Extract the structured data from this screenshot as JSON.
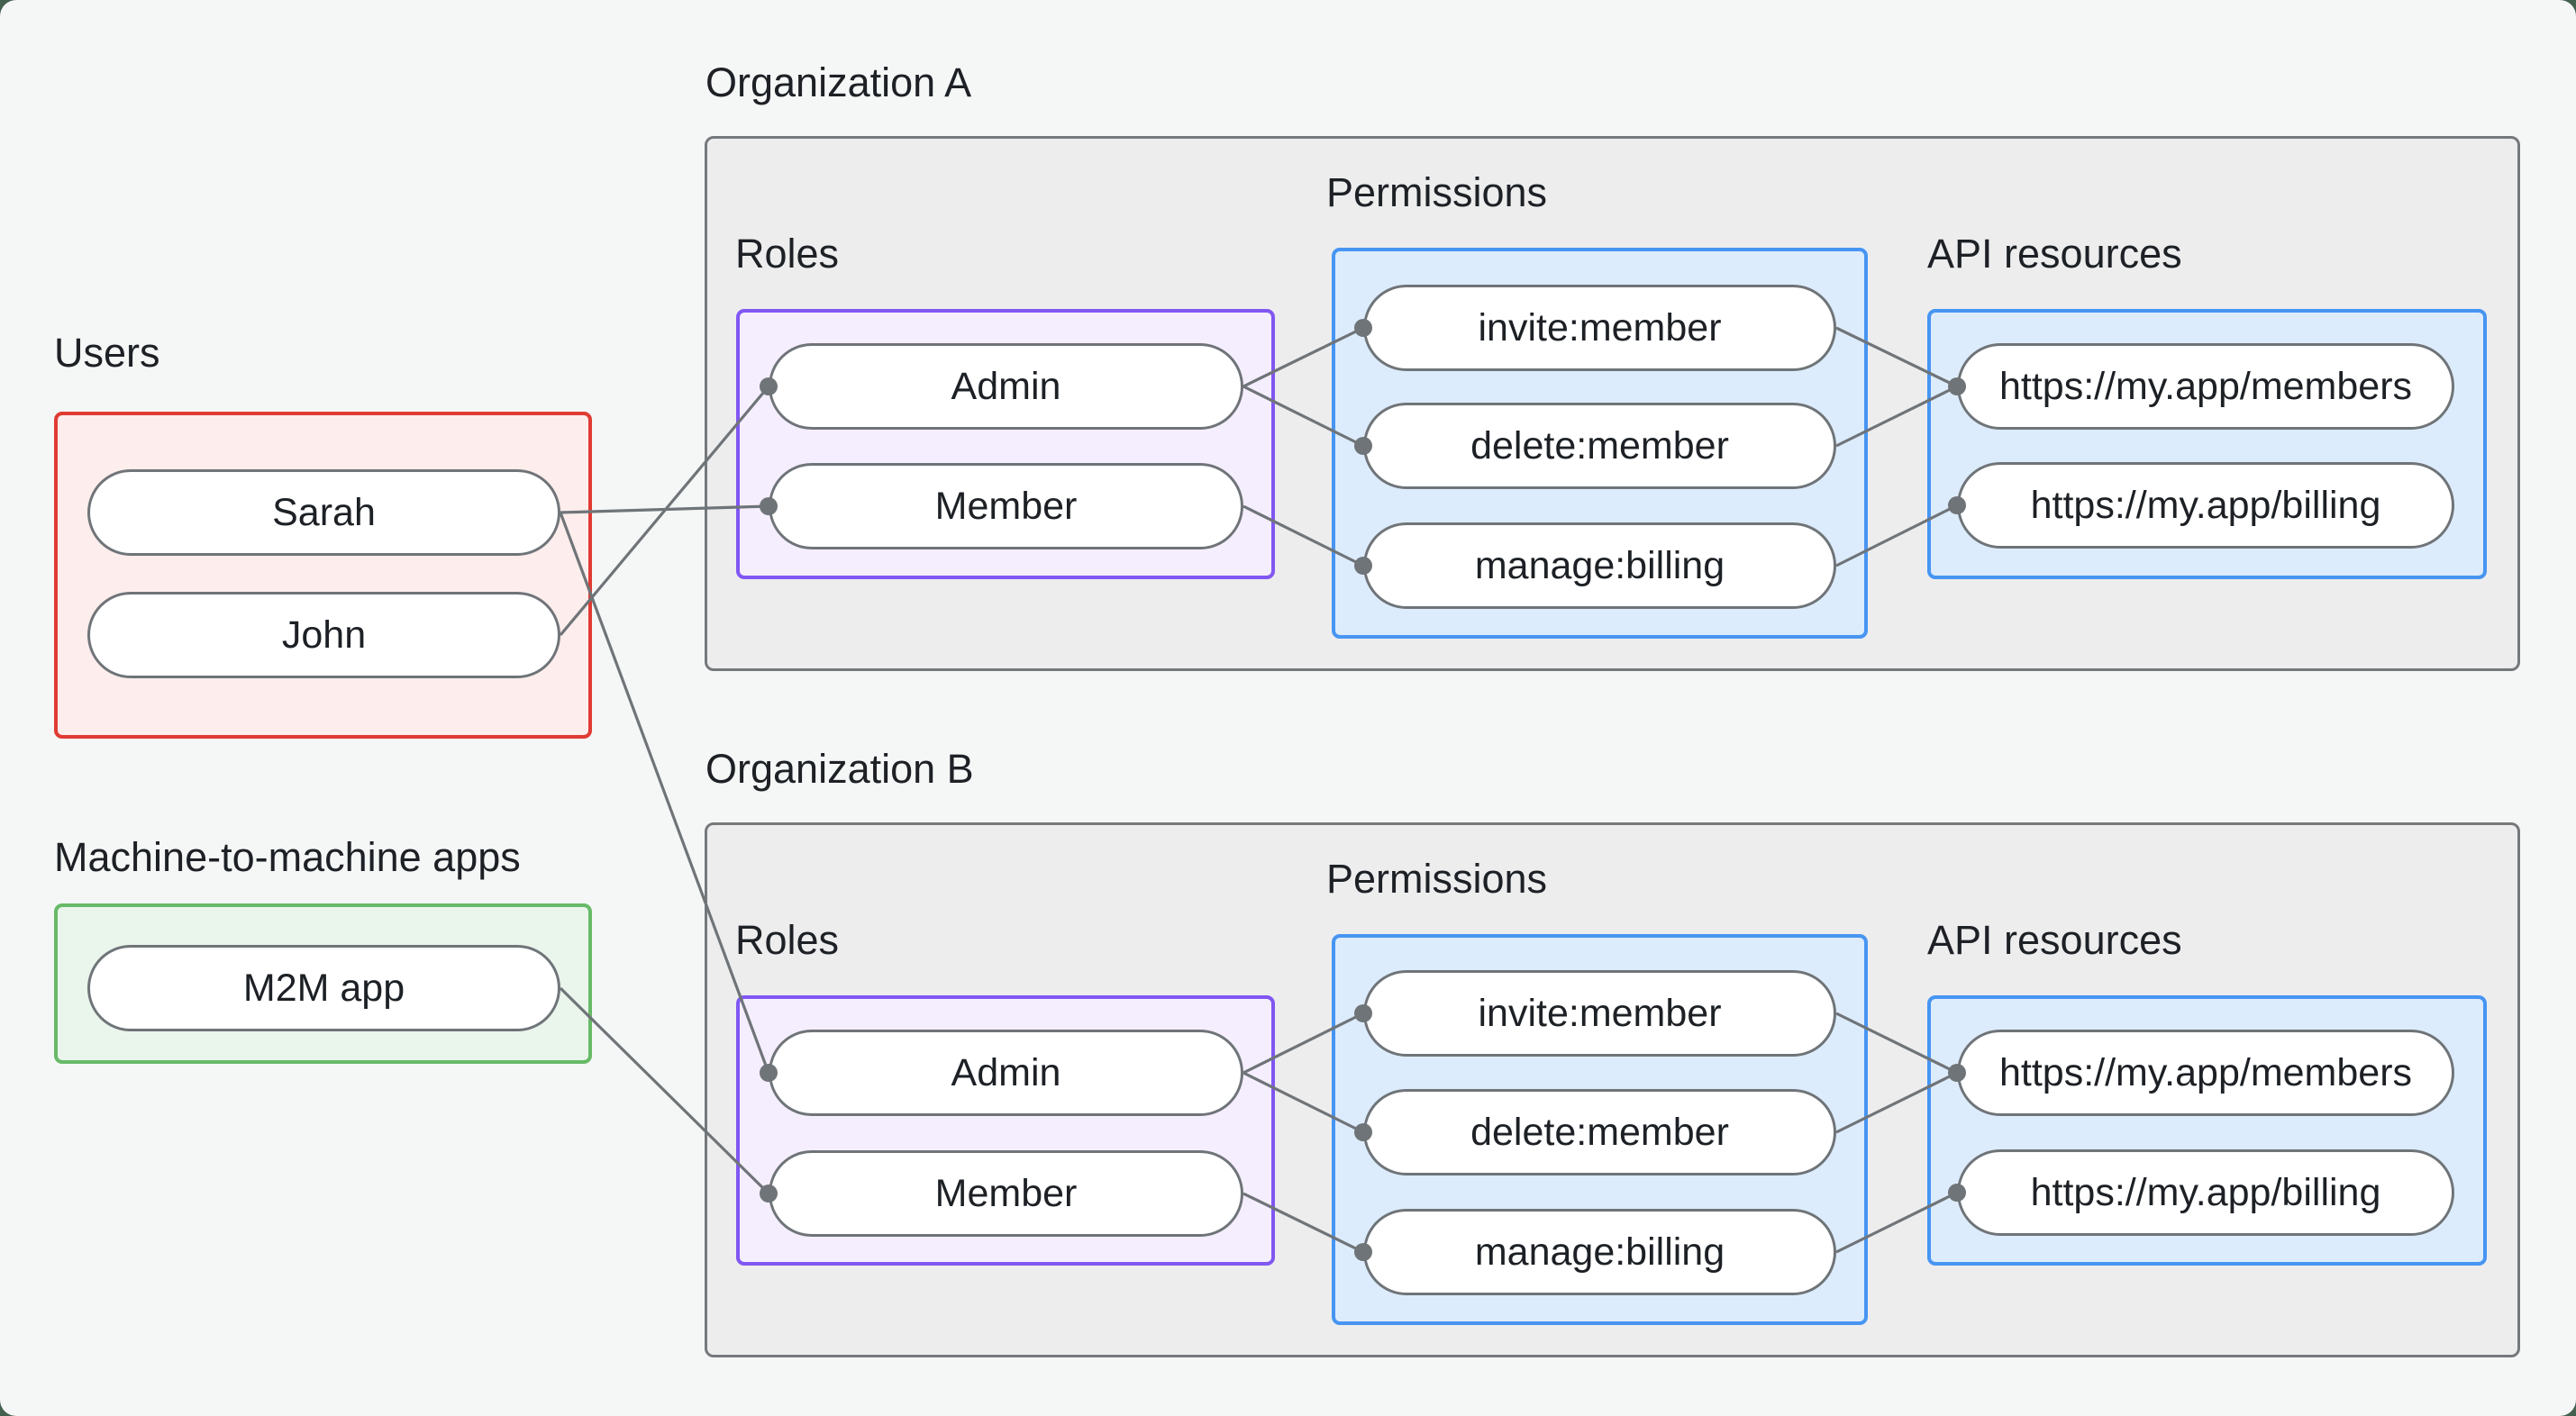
{
  "palette": {
    "page_background": "#f5f7f6",
    "outer_corner_background": "#44604f",
    "org_box_fill": "#ededee",
    "org_box_border": "#75797b",
    "users_box_fill": "#fdedec",
    "users_box_border": "#e03b33",
    "m2m_box_fill": "#eaf5eb",
    "m2m_box_border": "#67ba67",
    "roles_box_fill": "#f5eefe",
    "roles_box_border": "#8157f2",
    "blue_box_fill": "#ddecfc",
    "blue_box_border": "#4795f2",
    "pill_fill": "#ffffff",
    "pill_border": "#6f7478",
    "edge_color": "#6f7478",
    "text_color": "#1d2126"
  },
  "users": {
    "label": "Users",
    "nodes": [
      {
        "id": "sarah",
        "label": "Sarah"
      },
      {
        "id": "john",
        "label": "John"
      }
    ]
  },
  "m2m_apps": {
    "label": "Machine-to-machine apps",
    "nodes": [
      {
        "id": "m2m-app",
        "label": "M2M app"
      }
    ]
  },
  "organizations": [
    {
      "id": "org-a",
      "title": "Organization A",
      "roles": {
        "label": "Roles",
        "nodes": [
          {
            "id": "org-a-admin",
            "label": "Admin"
          },
          {
            "id": "org-a-member",
            "label": "Member"
          }
        ]
      },
      "permissions": {
        "label": "Permissions",
        "nodes": [
          {
            "id": "org-a-invite-member",
            "label": "invite:member"
          },
          {
            "id": "org-a-delete-member",
            "label": "delete:member"
          },
          {
            "id": "org-a-manage-billing",
            "label": "manage:billing"
          }
        ]
      },
      "api_resources": {
        "label": "API resources",
        "nodes": [
          {
            "id": "org-a-members-api",
            "label": "https://my.app/members"
          },
          {
            "id": "org-a-billing-api",
            "label": "https://my.app/billing"
          }
        ]
      }
    },
    {
      "id": "org-b",
      "title": "Organization B",
      "roles": {
        "label": "Roles",
        "nodes": [
          {
            "id": "org-b-admin",
            "label": "Admin"
          },
          {
            "id": "org-b-member",
            "label": "Member"
          }
        ]
      },
      "permissions": {
        "label": "Permissions",
        "nodes": [
          {
            "id": "org-b-invite-member",
            "label": "invite:member"
          },
          {
            "id": "org-b-delete-member",
            "label": "delete:member"
          },
          {
            "id": "org-b-manage-billing",
            "label": "manage:billing"
          }
        ]
      },
      "api_resources": {
        "label": "API resources",
        "nodes": [
          {
            "id": "org-b-members-api",
            "label": "https://my.app/members"
          },
          {
            "id": "org-b-billing-api",
            "label": "https://my.app/billing"
          }
        ]
      }
    }
  ],
  "edges": [
    {
      "from": "john",
      "to": "org-a-admin"
    },
    {
      "from": "sarah",
      "to": "org-a-member"
    },
    {
      "from": "sarah",
      "to": "org-b-admin"
    },
    {
      "from": "m2m-app",
      "to": "org-b-member"
    },
    {
      "from": "org-a-admin",
      "to": "org-a-invite-member"
    },
    {
      "from": "org-a-admin",
      "to": "org-a-delete-member"
    },
    {
      "from": "org-a-member",
      "to": "org-a-manage-billing"
    },
    {
      "from": "org-a-invite-member",
      "to": "org-a-members-api"
    },
    {
      "from": "org-a-delete-member",
      "to": "org-a-members-api"
    },
    {
      "from": "org-a-manage-billing",
      "to": "org-a-billing-api"
    },
    {
      "from": "org-b-admin",
      "to": "org-b-invite-member"
    },
    {
      "from": "org-b-admin",
      "to": "org-b-delete-member"
    },
    {
      "from": "org-b-member",
      "to": "org-b-manage-billing"
    },
    {
      "from": "org-b-invite-member",
      "to": "org-b-members-api"
    },
    {
      "from": "org-b-delete-member",
      "to": "org-b-members-api"
    },
    {
      "from": "org-b-manage-billing",
      "to": "org-b-billing-api"
    }
  ]
}
